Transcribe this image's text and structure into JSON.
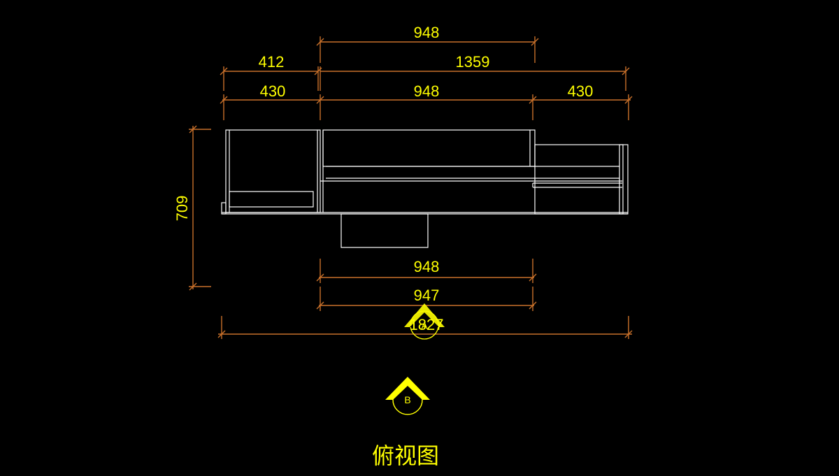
{
  "colors": {
    "background": "#000000",
    "dimension_line": "#c8702a",
    "dimension_text": "#ffff00",
    "outline": "#ffffff",
    "marker": "#ffff00"
  },
  "dimensions": {
    "top_948": "948",
    "top_412": "412",
    "top_1359": "1359",
    "row3_430_left": "430",
    "row3_948": "948",
    "row3_430_right": "430",
    "left_709": "709",
    "bottom_948": "948",
    "bottom_947": "947",
    "bottom_overall": "1827"
  },
  "markers": {
    "view_a": {
      "label": "A",
      "icon": "view-direction-marker-icon"
    },
    "view_b": {
      "label": "B",
      "icon": "view-direction-marker-icon"
    }
  },
  "title": "俯视图"
}
